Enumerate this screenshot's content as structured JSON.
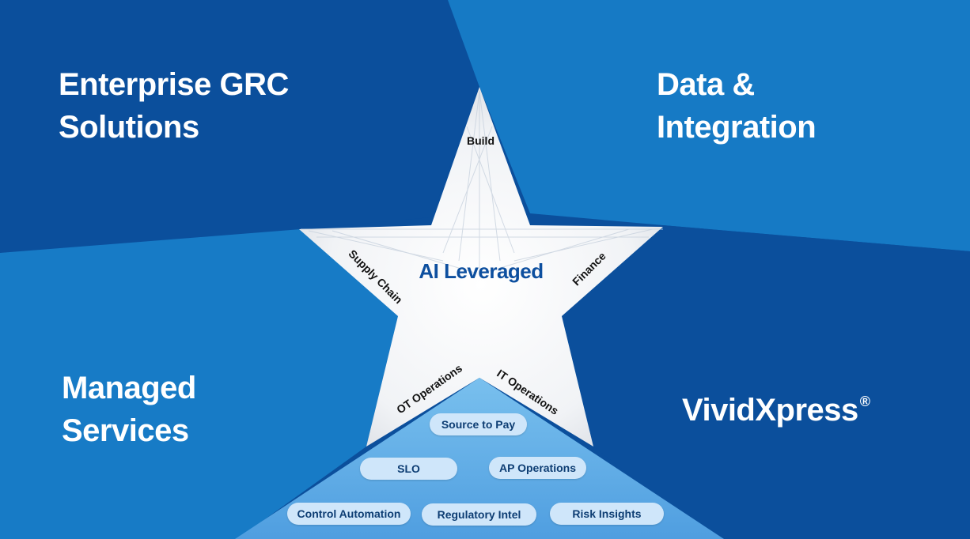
{
  "quadrants": {
    "top_left": "Enterprise GRC\nSolutions",
    "top_right": "Data &\nIntegration",
    "bottom_left": "Managed\nServices",
    "bottom_right": {
      "text": "VividXpress",
      "mark": "®"
    }
  },
  "center": {
    "label": "AI Leveraged"
  },
  "arms": {
    "top": "Build",
    "left": "Supply Chain",
    "right": "Finance",
    "bottom_left": "OT Operations",
    "bottom_right": "IT Operations"
  },
  "pills": {
    "source_to_pay": "Source to Pay",
    "slo": "SLO",
    "ap_operations": "AP Operations",
    "control_automation": "Control Automation",
    "regulatory_intel": "Regulatory Intel",
    "risk_insights": "Risk Insights"
  },
  "colors": {
    "dark_blue": "#0b4f9c",
    "mid_blue": "#177ac6",
    "light_blue": "#6bb6ea",
    "pill_fill": "#cfe6fa",
    "center_text": "#0d4f9f"
  }
}
